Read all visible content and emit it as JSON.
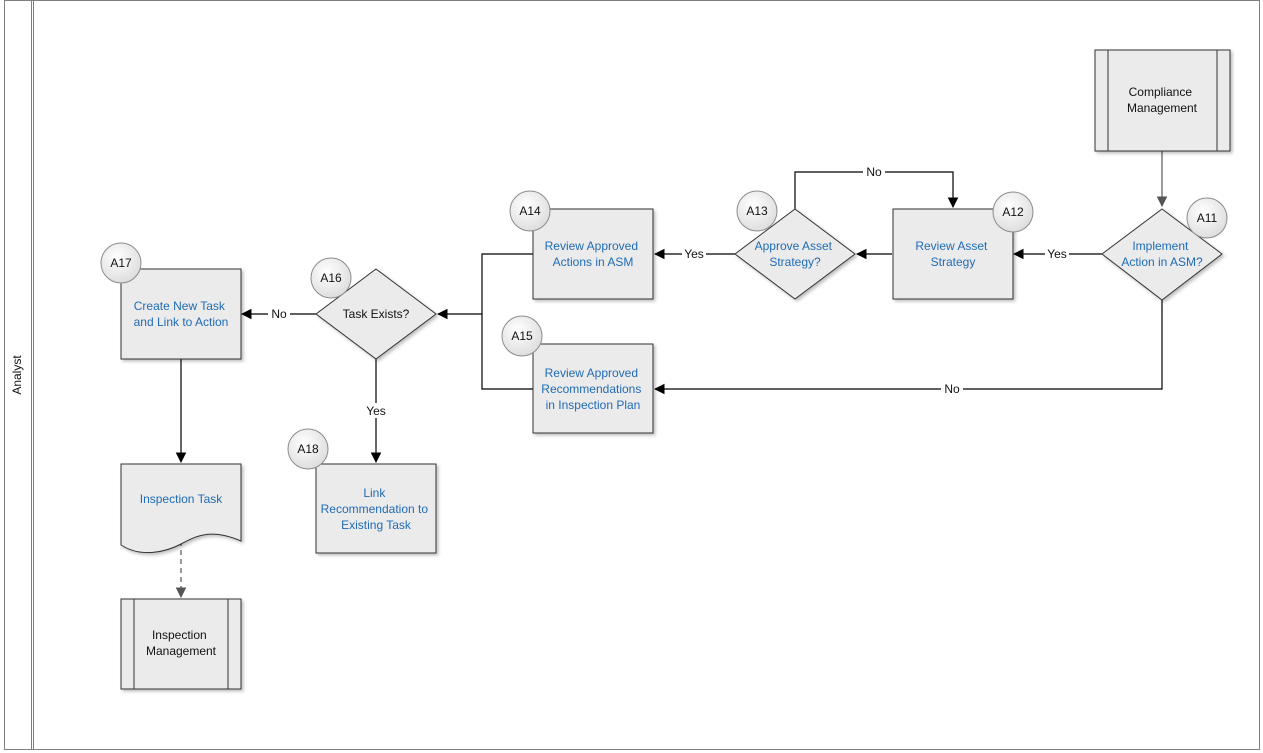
{
  "lane": {
    "label": "Analyst"
  },
  "nodes": {
    "compliance": {
      "lines": [
        "Compliance",
        "Management"
      ]
    },
    "a11": {
      "badge": "A11",
      "lines": [
        "Implement",
        "Action in ASM?"
      ]
    },
    "a12": {
      "badge": "A12",
      "lines": [
        "Review Asset",
        "Strategy"
      ]
    },
    "a13": {
      "badge": "A13",
      "lines": [
        "Approve Asset",
        "Strategy?"
      ]
    },
    "a14": {
      "badge": "A14",
      "lines": [
        "Review Approved",
        "Actions in ASM"
      ]
    },
    "a15": {
      "badge": "A15",
      "lines": [
        "Review Approved",
        "Recommendations",
        "in Inspection Plan"
      ]
    },
    "a16": {
      "badge": "A16",
      "lines": [
        "Task Exists?"
      ]
    },
    "a17": {
      "badge": "A17",
      "lines": [
        "Create New Task",
        "and Link to Action"
      ]
    },
    "a18": {
      "badge": "A18",
      "lines": [
        "Link",
        "Recommendation to",
        "Existing Task"
      ]
    },
    "inspection_task": {
      "lines": [
        "Inspection Task"
      ]
    },
    "inspection_mgmt": {
      "lines": [
        "Inspection",
        "Management"
      ]
    }
  },
  "edges": {
    "a11_yes": "Yes",
    "a11_no": "No",
    "a13_yes": "Yes",
    "a13_no": "No",
    "a16_no": "No",
    "a16_yes": "Yes"
  }
}
